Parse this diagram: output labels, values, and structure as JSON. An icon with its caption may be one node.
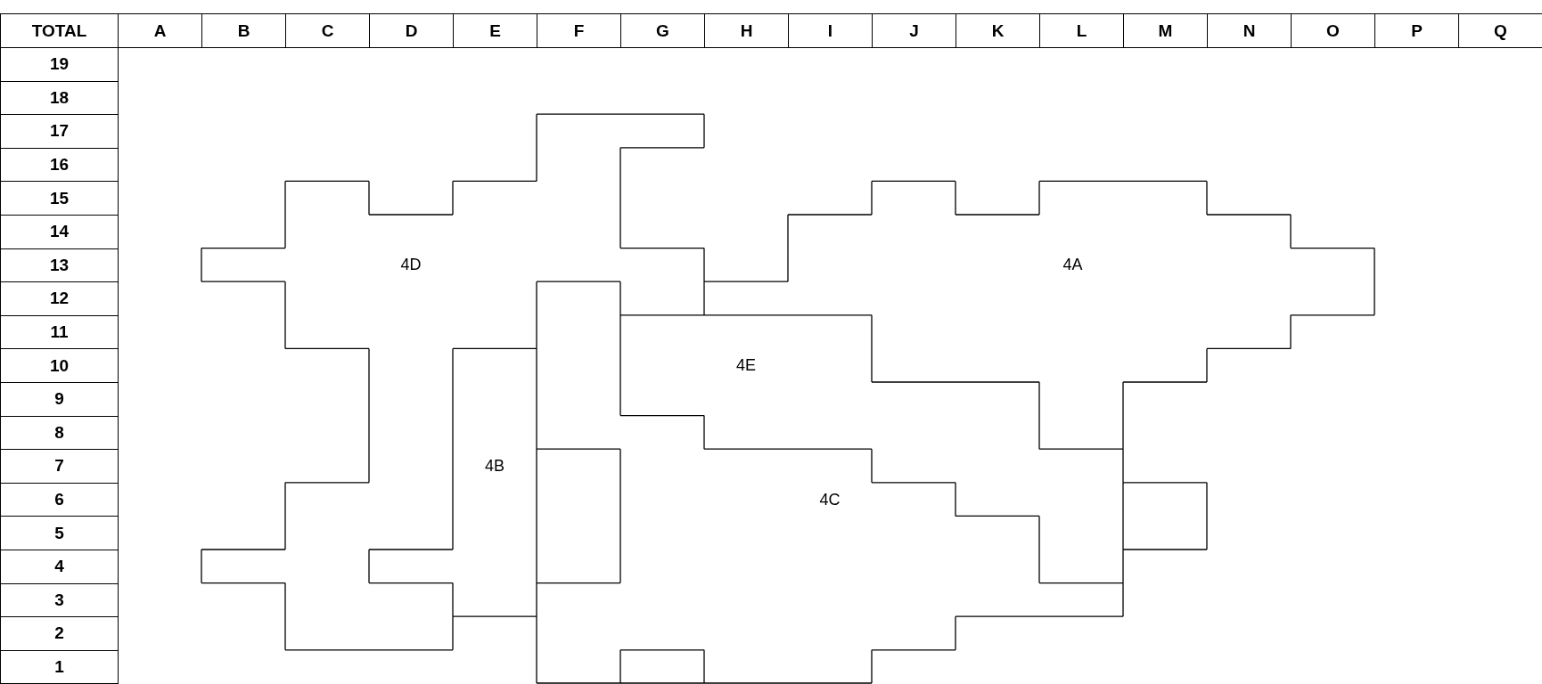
{
  "diagram": {
    "nodes": [
      {
        "text": [
          "4D"
        ]
      },
      {
        "text": [
          "4A"
        ]
      },
      {
        "text": [
          "4E"
        ]
      },
      {
        "text": [
          "4B"
        ]
      },
      {
        "text": [
          "4C"
        ]
      }
    ],
    "labels": [
      "TOTAL",
      "A",
      "B",
      "C",
      "D",
      "E",
      "F",
      "G",
      "H",
      "I",
      "J",
      "K",
      "L",
      "M",
      "N",
      "O",
      "P",
      "Q",
      "19",
      "18",
      "17",
      "16",
      "15",
      "14",
      "13",
      "12",
      "11",
      "10",
      "9",
      "8",
      "7",
      "6",
      "5",
      "4",
      "3",
      "2",
      "1"
    ]
  }
}
